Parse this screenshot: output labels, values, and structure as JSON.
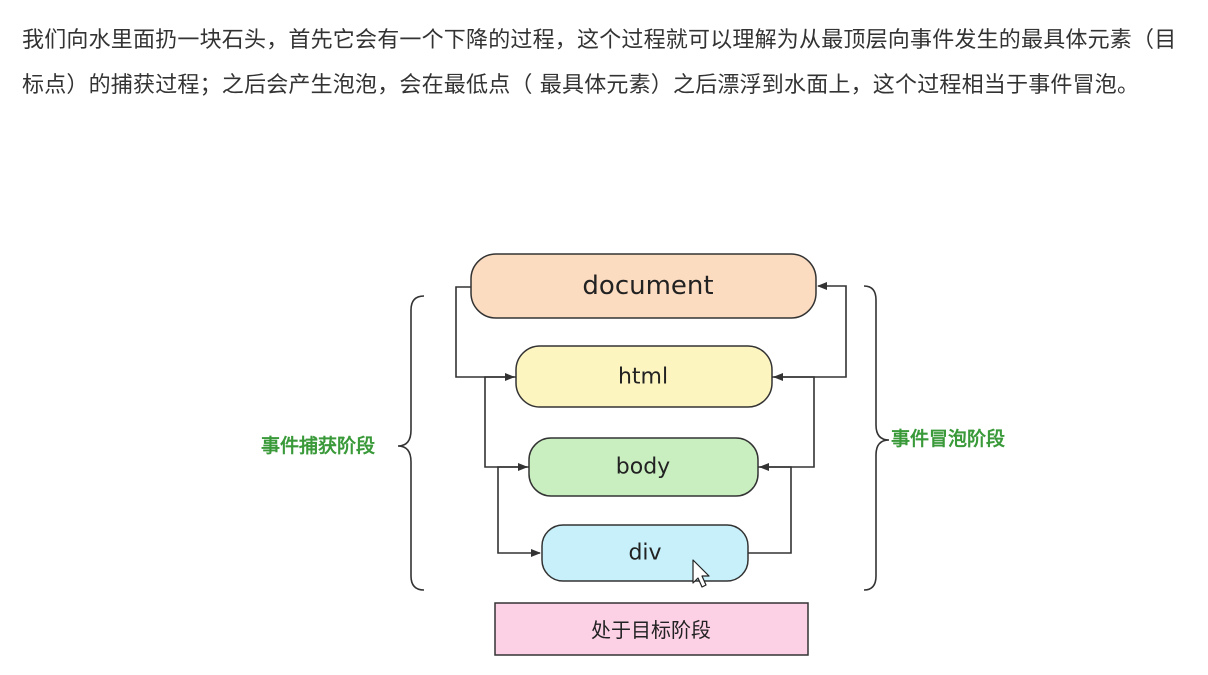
{
  "intro_text": "我们向水里面扔一块石头，首先它会有一个下降的过程，这个过程就可以理解为从最顶层向事件发生的最具体元素（目标点）的捕获过程；之后会产生泡泡，会在最低点（ 最具体元素）之后漂浮到水面上，这个过程相当于事件冒泡。",
  "diagram": {
    "nodes": {
      "document": "document",
      "html": "html",
      "body": "body",
      "div": "div"
    },
    "capture_phase_label": "事件捕获阶段",
    "bubble_phase_label": "事件冒泡阶段",
    "target_phase_label": "处于目标阶段",
    "colors": {
      "document_fill": "#fbdcc0",
      "html_fill": "#fdf5c0",
      "body_fill": "#c9efc0",
      "div_fill": "#c7f0fa",
      "target_fill": "#fcd0e5",
      "phase_label": "#3a9a3a",
      "stroke": "#333333"
    }
  }
}
